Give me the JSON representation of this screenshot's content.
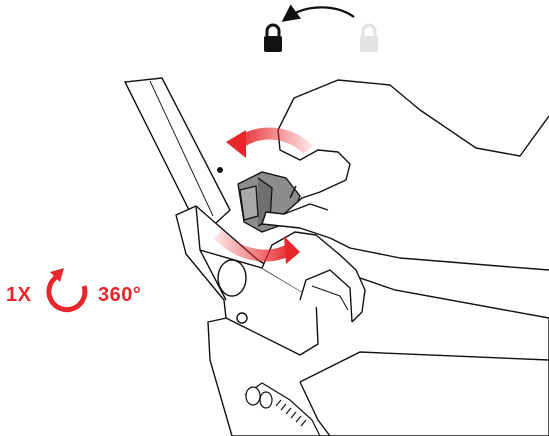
{
  "instruction": {
    "rotation_count": "1X",
    "rotation_angle": "360°"
  },
  "colors": {
    "line": "#111111",
    "arrow_red": "#e8272d",
    "text_red": "#e8272d",
    "knob_grey": "#8c8c8c",
    "unlocked_grey": "#e3e3e3",
    "background": "#ffffff"
  },
  "icons": {
    "locked": "padlock-closed-black",
    "unlocked": "padlock-open-grey",
    "direction": "curved-arrow-left",
    "rotation": "circular-arrow-red"
  }
}
